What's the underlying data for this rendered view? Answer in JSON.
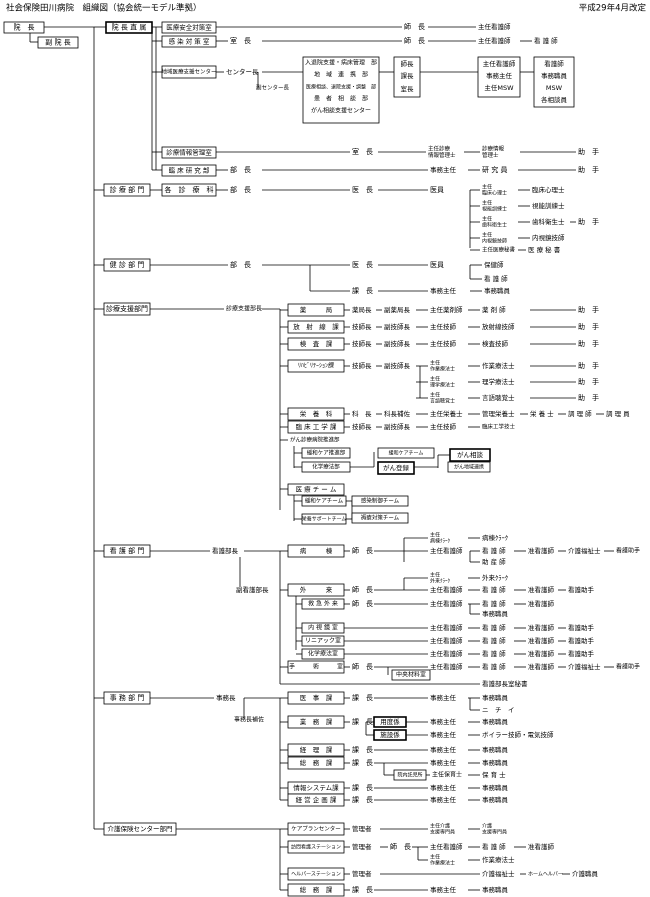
{
  "title": "社会保険田川病院　組織図（協会統一モデル準拠）",
  "revision": "平成29年4月改定",
  "labels": {
    "director": "院　長",
    "vice_director": "副 院 長",
    "direct_office": "院 長 直 属",
    "safety": "医療安全対策室",
    "infection": "感 染 対 策 室",
    "regional_center": "地域医療支援センター",
    "center_head": "センター長",
    "vice_center_head": "副センター長",
    "regional_nurse_head": "師長",
    "regional_sect_head": "課長",
    "regional_room_head": "室長",
    "reg_units": [
      "入退院支援・病床管理　部",
      "地　域　連　携　部",
      "医療相談、退院支援・調整　部",
      "患　者　相　談　部",
      "がん相談支援センター"
    ],
    "reg_chief": [
      "主任看護師",
      "事務主任",
      "主任MSW"
    ],
    "reg_staff": [
      "看護師",
      "事務職員",
      "MSW",
      "各相談員"
    ],
    "info_mgmt": "診療情報管理室",
    "clinical_research": "臨 床 研 究 部",
    "clinical_dept": "診 療 部 門",
    "each_clinic": "各　診　療　科",
    "checkup_dept": "健 診 部 門",
    "support_dept": "診療支援部門",
    "support_head": "診療支援部長",
    "pharmacy": "薬　　　局",
    "radiology": "放　射　線　課",
    "lab": "検　査　課",
    "rehab": "ﾘﾊﾋﾞﾘﾃｰｼｮﾝ課",
    "nutrition": "栄　養　科",
    "clinical_eng": "臨 床 工 学 課",
    "cancer_center": "がん診療病院推進部",
    "palliative_team_room": "緩和ケア推進部",
    "chemo_room": "化学療法部",
    "palliative_team": "緩和ケアチーム",
    "cancer_consult": "がん相談",
    "cancer_registry": "がん登録",
    "cancer_regional": "がん地域連携",
    "medical_team": "医 療 チ ー ム",
    "palliative_care_team": "緩和ケアチーム",
    "nst": "栄養サポートチーム",
    "ict": "感染制御チーム",
    "pressure": "褥瘡対策チーム",
    "nursing_dept": "看 護 部 門",
    "nursing_head": "看護部長",
    "vice_nursing_head": "副看護部長",
    "ward": "病　　　棟",
    "outpatient": "外　　　来",
    "emergency": "救 急 外 来",
    "endoscopy": "内 視 鏡 室",
    "linac": "リニアック室",
    "chemo": "化学療法室",
    "surgery": "手　　　術　　　室",
    "central_material": "中央材料室",
    "nursing_secretary": "看護部長室秘書",
    "admin_dept": "事 務 部 門",
    "admin_head": "事務長",
    "admin_assist": "事務長補佐",
    "medical_affairs": "医　事　課",
    "general_affairs": "業　務　課",
    "supplies": "用度係",
    "facilities": "施設係",
    "accounting": "経　理　課",
    "admin_general": "総　務　課",
    "nursery": "院内託児所",
    "info_system": "情報システム課",
    "planning": "経 営 企 画 課",
    "care_dept": "介護保険センター部門",
    "care_plan": "ケアプランセンター",
    "visit_nursing": "訪問看護ステーション",
    "helper_station": "ヘルパーステーション",
    "care_general": "総　務　課",
    "nichii": "ニ　チ　イ",
    "r_ka": "課　長",
    "r_shi": "師　長",
    "r_bu": "部　長",
    "r_ishi": "医　長",
    "r_ii": "医員",
    "r_shicho": "室　長",
    "r_kanri": "管理者",
    "r_shunin_kango": "主任看護師",
    "r_shunin_jimu": "事務主任",
    "r_kenkyu": "研 究 員",
    "r_joshu": "助　手",
    "r_jimu_shokuin": "事務職員",
    "r_kango": "看 護 師",
    "r_junkango": "准看護師",
    "r_kangojoshu": "看護助手",
    "r_kaigo": "介護福祉士",
    "r_hoken": "保健師",
    "r_hisho": "医 療 秘 書",
    "pharm": {
      "head": "薬局長",
      "vice": "副薬局長",
      "chief": "主任薬剤師",
      "staff": "薬 剤 師"
    },
    "rad": {
      "head": "技師長",
      "vice": "副技師長",
      "chief": "主任技師",
      "staff": "放射線技師"
    },
    "labr": {
      "head": "技師長",
      "vice": "副技師長",
      "chief": "主任技師",
      "staff": "検査技師"
    },
    "reh": {
      "head": "技師長",
      "vice": "副技師長",
      "c1": "主任\n作業療法士",
      "s1": "作業療法士",
      "c2": "主任\n理学療法士",
      "s2": "理学療法士",
      "c3": "主任\n言語聴覚士",
      "s3": "言語聴覚士"
    },
    "nut": {
      "head": "科　長",
      "vice": "科長補佐",
      "chief": "主任栄養士",
      "s1": "管理栄養士",
      "s2": "栄 養 士",
      "s3": "調 理 師",
      "s4": "調 理 員"
    },
    "ce": {
      "head": "技師長",
      "vice": "副技師長",
      "chief": "主任技師",
      "staff": "臨床工学技士"
    },
    "clinic_sub": [
      "主任\n臨床心理士",
      "臨床心理士",
      "主任\n視能訓練士",
      "視能訓練士",
      "主任\n歯科衛生士",
      "歯科衛生士",
      "主任\n内視鏡技師",
      "内視鏡技師",
      "主任医療秘書"
    ],
    "ward_sub": [
      "主任\n病棟ｸﾗｰｸ",
      "病棟ｸﾗｰｸ",
      "助 産 師"
    ],
    "out_sub": [
      "主任\n外来ｸﾗｰｸ",
      "外来ｸﾗｰｸ"
    ],
    "jimu_seki": "事務職員",
    "gishi_denki": "ボイラー技師・電気技師",
    "hoiku": "保 育 士",
    "shunin_hoiku": "主任保育士",
    "care_sub": [
      "主任介護\n支援専門員",
      "介護\n支援専門員",
      "主任\n作業療法士",
      "作業療法士",
      "介護福祉士",
      "ホームヘルパー",
      "介護職員"
    ],
    "info_manager": "主任診療\n情報管理士",
    "info_staff": "診療情報\n管理士"
  }
}
